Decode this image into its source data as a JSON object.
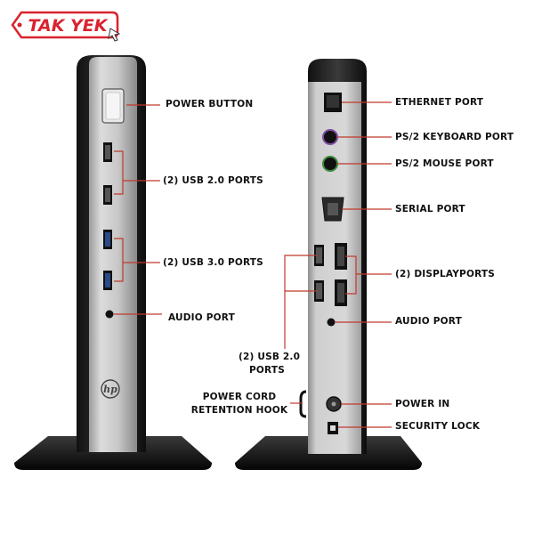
{
  "brand": {
    "logo_text": "TAK YEK"
  },
  "front_unit": {
    "logo": "hp",
    "callouts": {
      "power_button": "POWER BUTTON",
      "usb2": "(2) USB 2.0 PORTS",
      "usb3": "(2) USB 3.0 PORTS",
      "audio": "AUDIO PORT"
    }
  },
  "rear_unit": {
    "callouts": {
      "ethernet": "ETHERNET PORT",
      "ps2_keyboard": "PS/2 KEYBOARD PORT",
      "ps2_mouse": "PS/2 MOUSE PORT",
      "serial": "SERIAL PORT",
      "displayports": "(2) DISPLAYPORTS",
      "audio": "AUDIO PORT",
      "usb2_line1": "(2) USB 2.0",
      "usb2_line2": "PORTS",
      "cord_hook_line1": "POWER CORD",
      "cord_hook_line2": "RETENTION HOOK",
      "power_in": "POWER IN",
      "security_lock": "SECURITY LOCK"
    }
  },
  "colors": {
    "callout_line": "#c0392b",
    "logo_red": "#d9232e",
    "chassis_dark": "#1a1a1a",
    "panel_silver": "#d2d2d2"
  }
}
